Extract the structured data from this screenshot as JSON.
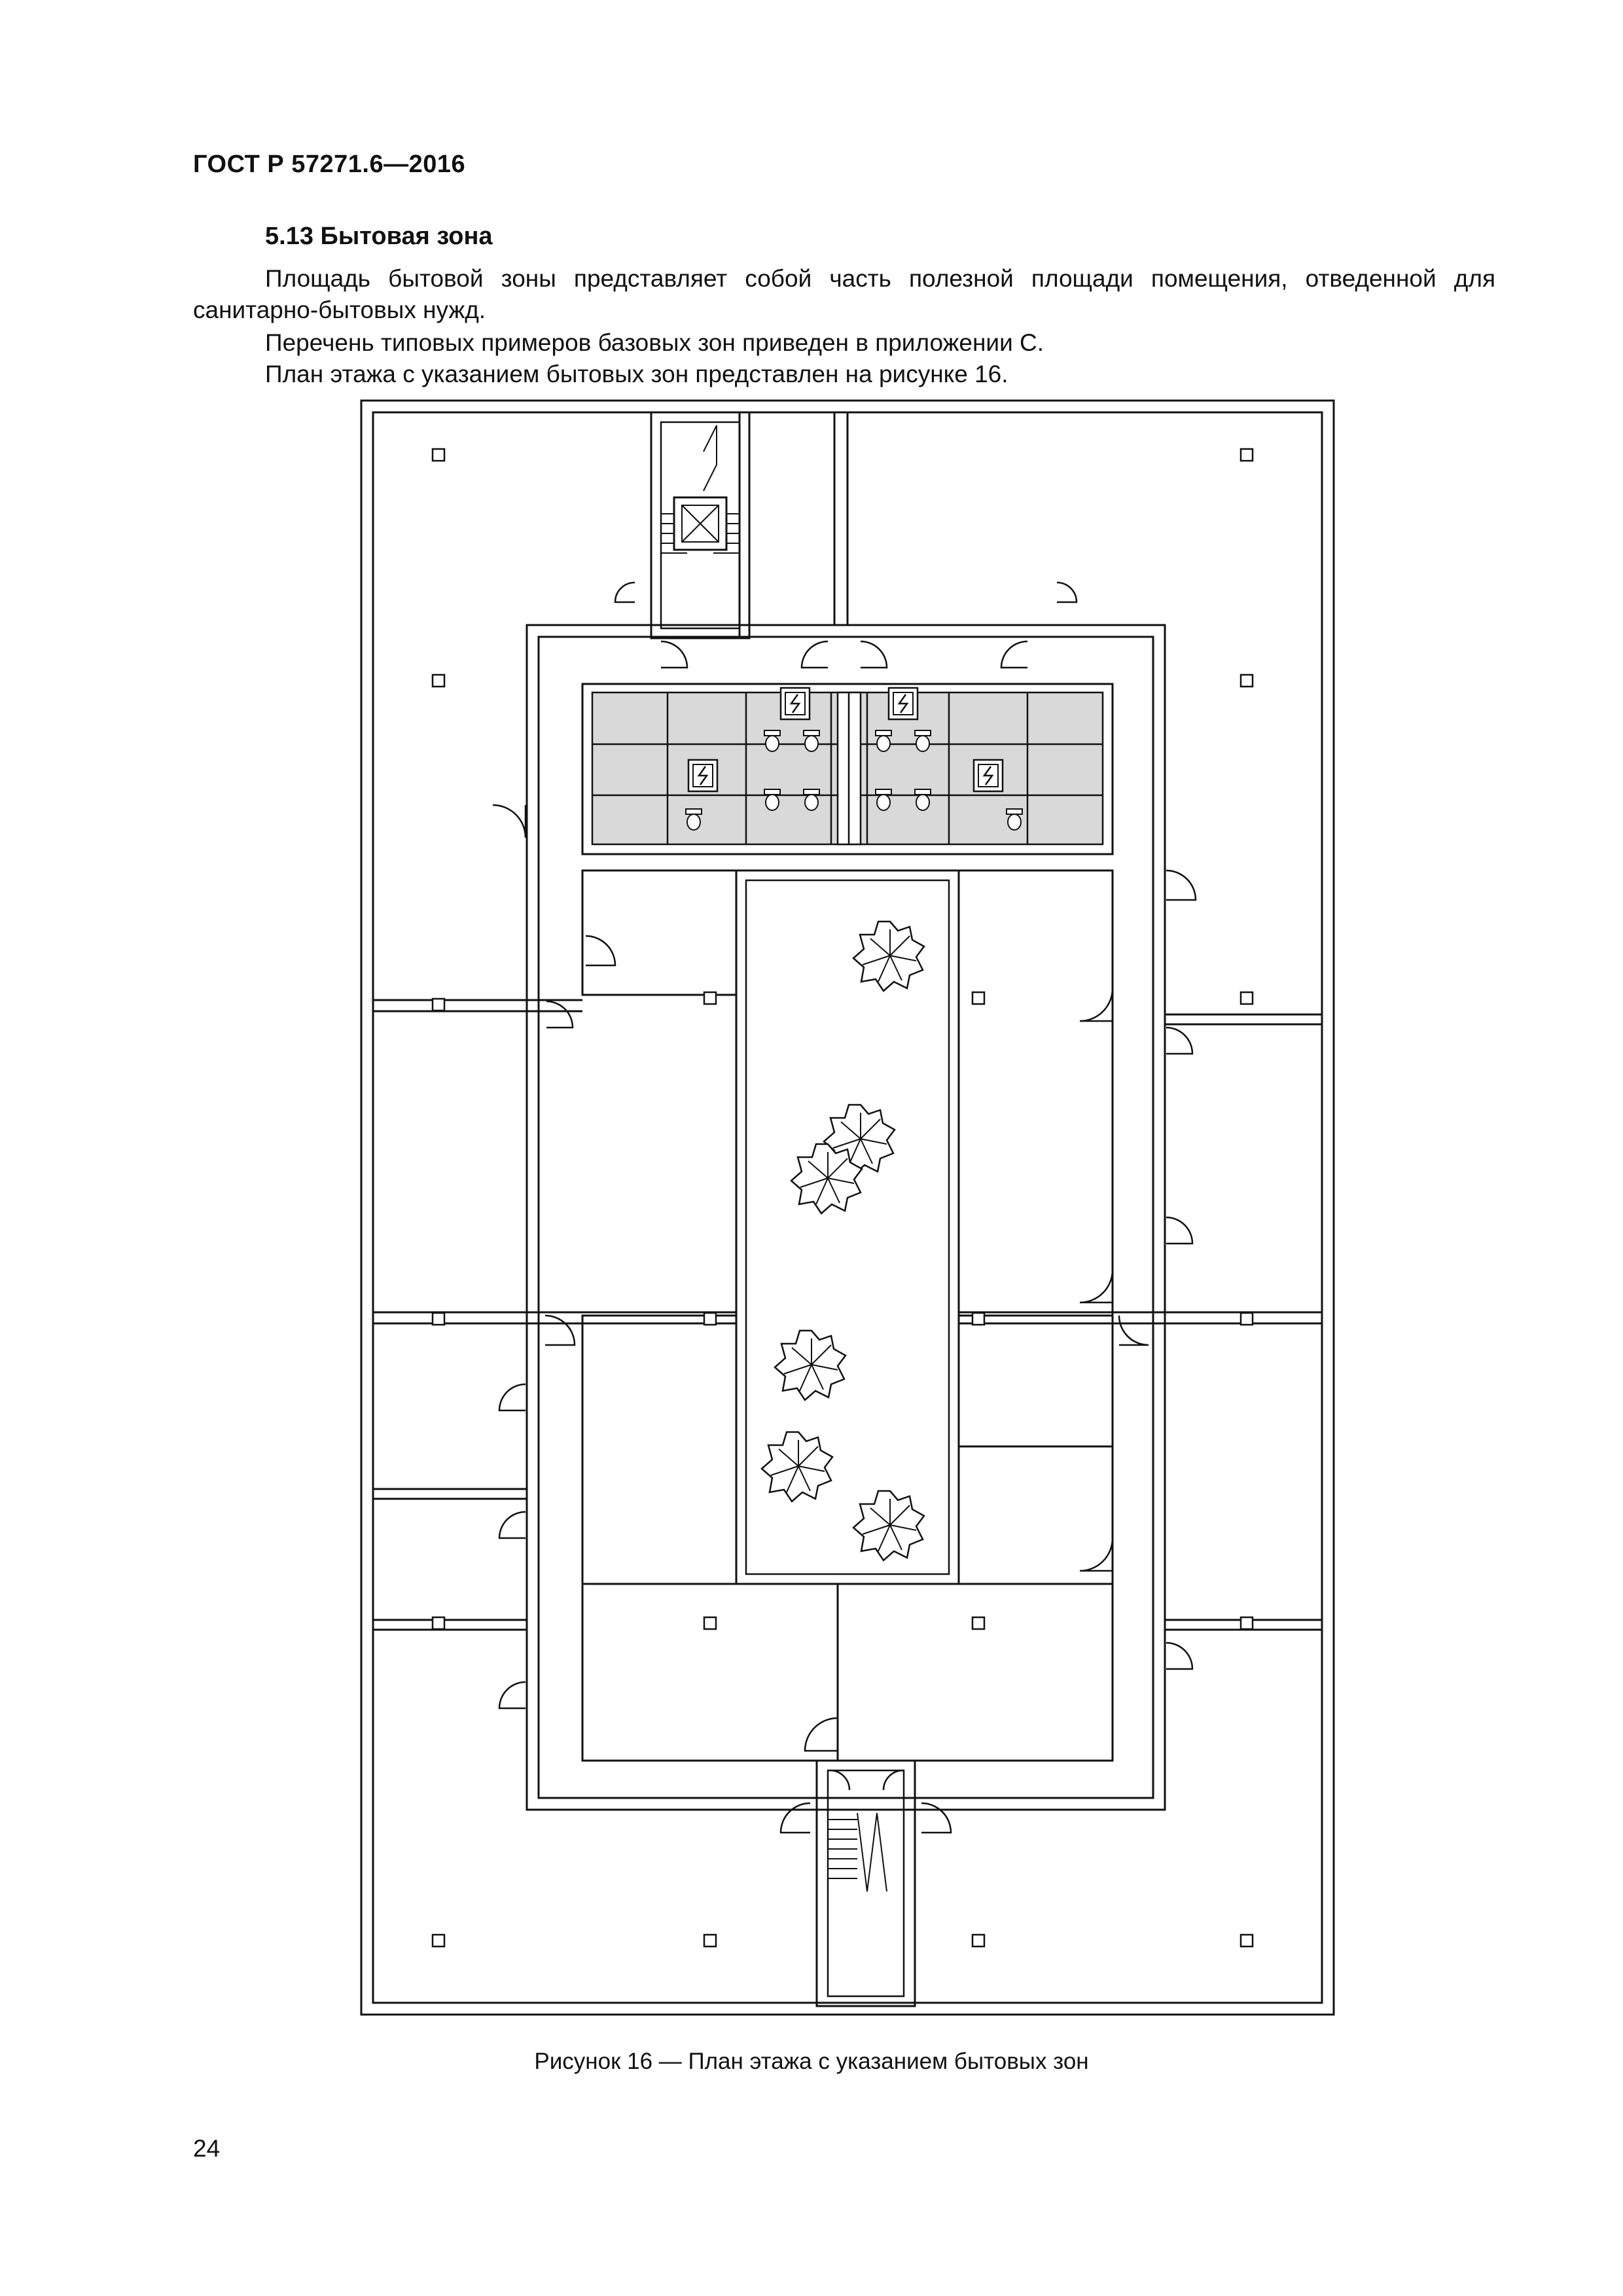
{
  "document": {
    "header": "ГОСТ Р 57271.6—2016",
    "section_title": "5.13 Бытовая зона",
    "paragraphs": [
      "Площадь бытовой зоны представляет собой часть полезной площади помещения, отведенной для санитарно-бытовых нужд.",
      "Перечень типовых примеров базовых зон приведен в приложении С.",
      "План этажа с указанием бытовых зон представлен на рисунке 16."
    ],
    "figure_caption": "Рисунок 16 — План этажа с указанием бытовых зон",
    "page_number": "24"
  },
  "floor_plan": {
    "highlight_zone_color": "#d9d9d9",
    "line_color": "#111111",
    "icons": [
      "column-icon",
      "door-swing-icon",
      "elevator-icon",
      "electrical-panel-icon",
      "toilet-icon",
      "plant-icon",
      "stair-icon"
    ]
  }
}
